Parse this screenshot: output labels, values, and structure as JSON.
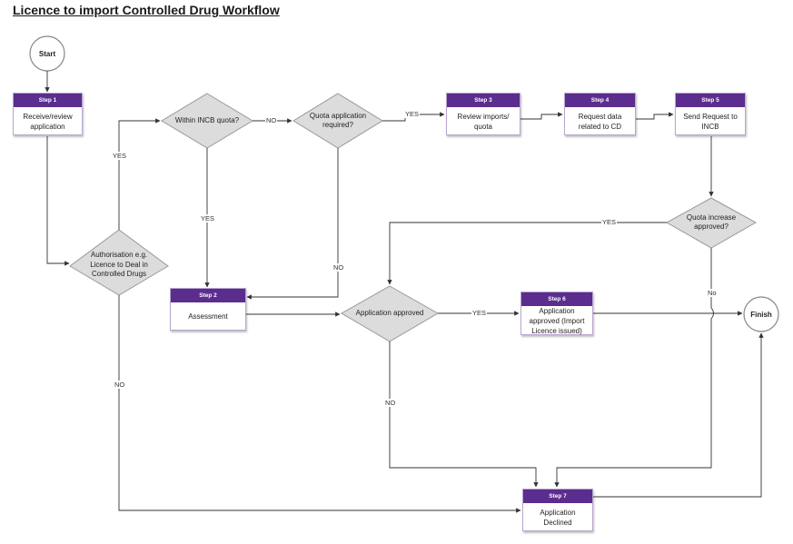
{
  "title": "Licence to import Controlled Drug Workflow",
  "terminals": {
    "start": "Start",
    "finish": "Finish"
  },
  "steps": {
    "s1": {
      "header": "Step 1",
      "text": "Receive/review application"
    },
    "s2": {
      "header": "Step 2",
      "text": "Assessment"
    },
    "s3": {
      "header": "Step 3",
      "text": "Review imports/ quota"
    },
    "s4": {
      "header": "Step 4",
      "text": "Request  data related to CD"
    },
    "s5": {
      "header": "Step 5",
      "text": "Send Request to INCB"
    },
    "s6": {
      "header": "Step 6",
      "text": "Application approved (Import Licence issued)"
    },
    "s7": {
      "header": "Step 7",
      "text": "Application Declined"
    }
  },
  "decisions": {
    "d_auth": "Authorisation e.g. Licence to Deal in Controlled Drugs",
    "d_within": "Within INCB quota?",
    "d_quota_app": "Quota application required?",
    "d_quota_inc": "Quota increase approved?",
    "d_app_approved": "Application approved"
  },
  "edge_labels": {
    "auth_yes": "YES",
    "auth_no": "NO",
    "within_no": "NO",
    "within_yes": "YES",
    "quota_app_yes": "YES",
    "quota_app_no": "NO",
    "quota_inc_yes": "YES",
    "quota_inc_no": "No",
    "approved_yes": "YES",
    "approved_no": "NO"
  },
  "colors": {
    "step_header": "#5b2d8e",
    "step_border": "#b9a6cf",
    "decision_fill": "#dcdcdc",
    "line": "#333333"
  }
}
